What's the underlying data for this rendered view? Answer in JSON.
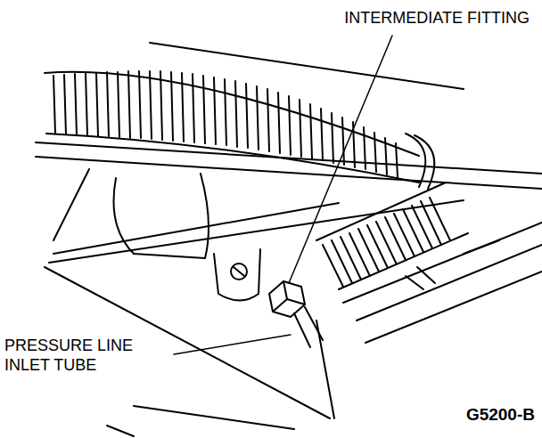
{
  "diagram": {
    "labels": [
      "INTERMEDIATE FITTING",
      "PRESSURE LINE INLET TUBE",
      "G5200-B"
    ]
  }
}
